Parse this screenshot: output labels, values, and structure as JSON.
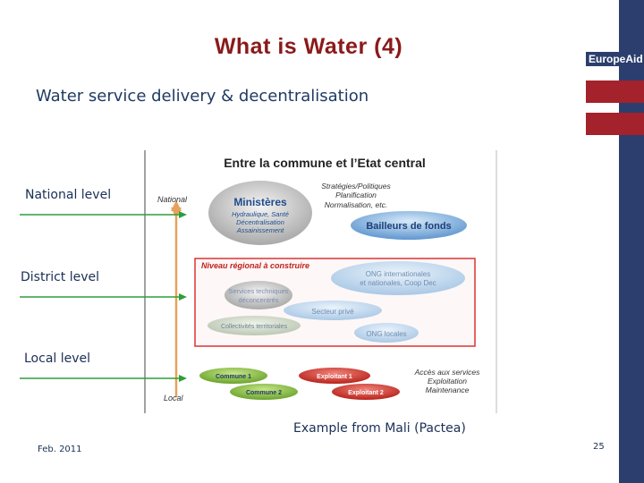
{
  "slide": {
    "title": "What is Water (4)",
    "subtitle": "Water service delivery & decentralisation",
    "brand": "EuropeAid",
    "footer_date": "Feb. 2011",
    "page_number": "25",
    "caption": "Example from Mali (Pactea)"
  },
  "levels": {
    "national": "National level",
    "district": "District level",
    "local": "Local level"
  },
  "diagram": {
    "title": "Entre la commune et l’Etat central",
    "axis_top": "National",
    "axis_bottom": "Local",
    "strategies": [
      "Stratégies/Politiques",
      "Planification",
      "Normalisation, etc."
    ],
    "ministeres": {
      "title": "Ministères",
      "lines": [
        "Hydraulique, Santé",
        "Décentralisation",
        "Assainissement"
      ]
    },
    "bailleurs": "Bailleurs de fonds",
    "regional_title": "Niveau régional à construire",
    "ong": [
      "ONG internationales",
      "et nationales, Coop Dec"
    ],
    "services": [
      "Services techniques",
      "déconcentrés"
    ],
    "secteur_prive": "Secteur privé",
    "collectivites": "Collectivités territoriales",
    "ong_locales": "ONG locales",
    "commune1": "Commune 1",
    "commune2": "Commune 2",
    "exploitant1": "Exploitant 1",
    "exploitant2": "Exploitant 2",
    "acces": [
      "Accès aux services",
      "Exploitation",
      "Maintenance"
    ]
  },
  "colors": {
    "title": "#8b1a1a",
    "brand_bar": "#2c3e6e",
    "brand_red": "#a3222b",
    "arrow_green": "#2e9e3a",
    "axis_orange": "#e8a15a"
  }
}
